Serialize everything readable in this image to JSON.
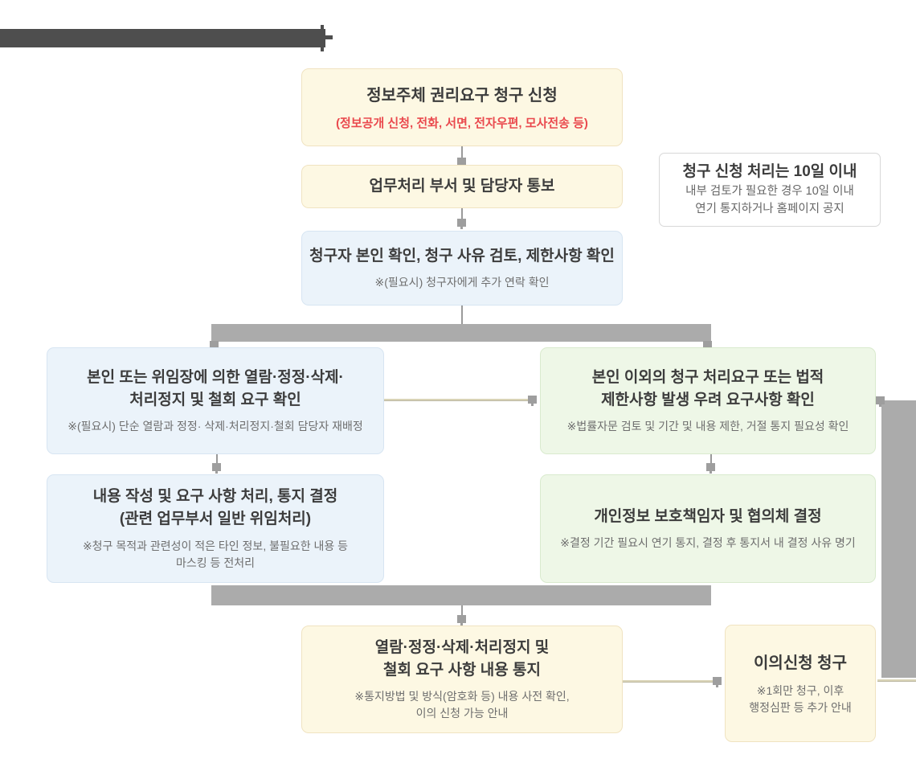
{
  "flow": {
    "request": {
      "title": "정보주체 권리요구 청구 신청",
      "subtitle": "(정보공개 신청, 전화, 서면, 전자우편, 모사전송 등)"
    },
    "notify_department": {
      "title": "업무처리 부서 및 담당자 통보"
    },
    "deadline_note": {
      "title": "청구 신청 처리는 10일 이내",
      "line1": "내부 검토가 필요한 경우 10일 이내",
      "line2": "연기 통지하거나 홈페이지 공지"
    },
    "verify": {
      "title": "청구자 본인 확인, 청구 사유 검토, 제한사항 확인",
      "note": "※(필요시) 청구자에게 추가 연락 확인"
    },
    "left_confirm": {
      "title1": "본인 또는 위임장에 의한 열람·정정·삭제·",
      "title2": "처리정지 및 철회 요구 확인",
      "note": "※(필요시) 단순 열람과 정정· 삭제·처리정지·철회 담당자 재배정"
    },
    "right_confirm": {
      "title1": "본인 이외의 청구 처리요구 또는 법적",
      "title2": "제한사항 발생 우려 요구사항 확인",
      "note": "※법률자문 검토 및 기간 및 내용 제한, 거절 통지 필요성 확인"
    },
    "left_process": {
      "title1": "내용 작성 및 요구 사항 처리, 통지 결정",
      "title2": "(관련 업무부서 일반 위임처리)",
      "note1": "※청구 목적과 관련성이 적은 타인 정보, 불필요한 내용 등",
      "note2": "마스킹 등 전처리"
    },
    "right_decide": {
      "title": "개인정보 보호책임자 및 협의체 결정",
      "note": "※결정 기간 필요시 연기 통지, 결정 후 통지서 내 결정 사유 명기"
    },
    "notify_result": {
      "title1": "열람·정정·삭제·처리정지 및",
      "title2": "철회 요구 사항 내용 통지",
      "note1": "※통지방법 및 방식(암호화 등) 내용 사전 확인,",
      "note2": "이의 신청 가능 안내"
    },
    "objection": {
      "title": "이의신청 청구",
      "note1": "※1회만 청구, 이후",
      "note2": "행정심판 등 추가 안내"
    }
  },
  "colors": {
    "yellow_fill": "#fdf8e3",
    "yellow_border": "#f0e3c1",
    "blue_fill": "#ebf3fa",
    "blue_border": "#d7e5f2",
    "green_fill": "#eef7e7",
    "green_border": "#d9eace",
    "connector_gray": "#ababab",
    "header_bar": "#4e4e4e",
    "accent_red": "#ea4a4e"
  }
}
